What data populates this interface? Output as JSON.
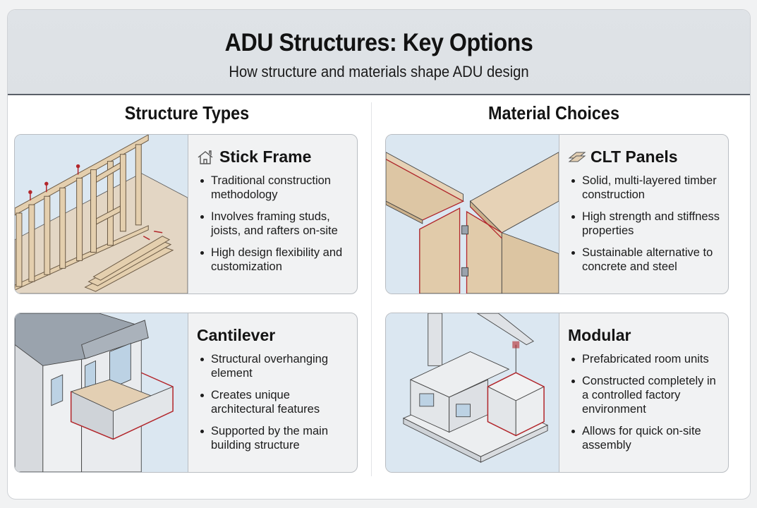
{
  "header": {
    "title": "ADU Structures: Key Options",
    "subtitle": "How structure and materials shape ADU design"
  },
  "sections": {
    "structure_types": {
      "title": "Structure Types",
      "cards": [
        {
          "title": "Stick Frame",
          "icon": "house-icon",
          "illustration": "stick-frame-wall",
          "bullets": [
            "Traditional construction methodology",
            "Involves framing studs, joists, and rafters on-site",
            "High design flexibility and customization"
          ]
        },
        {
          "title": "Cantilever",
          "icon": null,
          "illustration": "cantilever-balcony",
          "bullets": [
            "Structural overhanging element",
            "Creates unique architectural features",
            "Supported by the main building structure"
          ]
        }
      ]
    },
    "material_choices": {
      "title": "Material Choices",
      "cards": [
        {
          "title": "CLT Panels",
          "icon": "stacked-panels-icon",
          "illustration": "clt-panel-joint",
          "bullets": [
            "Solid, multi-layered timber construction",
            "High strength and stiffness properties",
            "Sustainable alternative to concrete and steel"
          ]
        },
        {
          "title": "Modular",
          "icon": null,
          "illustration": "modular-units-crane",
          "bullets": [
            "Prefabricated room units",
            "Constructed completely in a controlled factory environment",
            "Allows for quick on-site assembly"
          ]
        }
      ]
    }
  },
  "colors": {
    "header_bg": "#dfe3e7",
    "card_bg": "#f1f2f3",
    "illus_bg": "#dbe7f1",
    "wood": "#e3cfb3",
    "highlight_red": "#b3262b",
    "concrete": "#e4e6e9"
  }
}
